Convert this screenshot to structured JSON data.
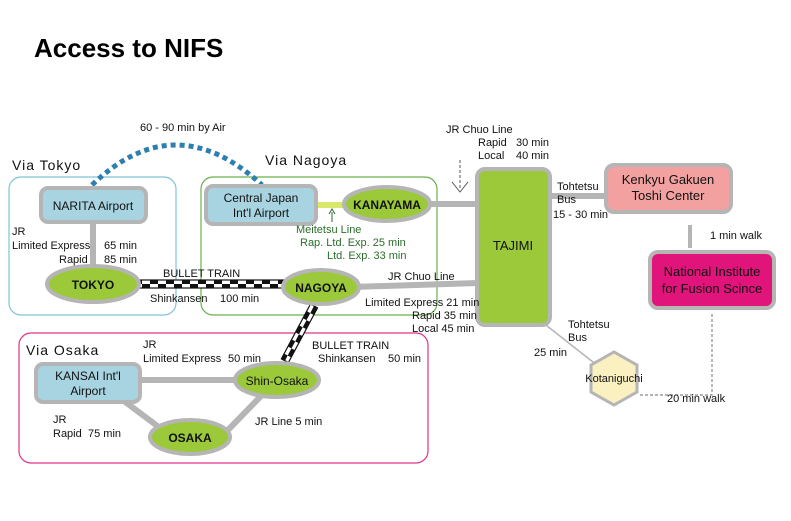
{
  "title": "Access to NIFS",
  "regions": {
    "tokyo": {
      "title": "Via Tokyo",
      "color": "#7fc3d8"
    },
    "nagoya": {
      "title": "Via Nagoya",
      "color": "#6ab04c"
    },
    "osaka": {
      "title": "Via Osaka",
      "color": "#e0338a"
    }
  },
  "nodes": {
    "narita": "NARITA Airport",
    "tokyo": "TOKYO",
    "centrair_line1": "Central Japan",
    "centrair_line2": "Int'l Airport",
    "kanayama": "KANAYAMA",
    "nagoya": "NAGOYA",
    "tajimi": "TAJIMI",
    "kansai_line1": "KANSAI Int'l",
    "kansai_line2": "Airport",
    "shin_osaka": "Shin-Osaka",
    "osaka": "OSAKA",
    "kenkyu_line1": "Kenkyu Gakuen",
    "kenkyu_line2": "Toshi Center",
    "nifs_line1": "National Institute",
    "nifs_line2": "for Fusion Scince",
    "kotaniguchi": "Kotaniguchi"
  },
  "labels": {
    "air": "60 - 90 min by Air",
    "jr_tokyo_1": "JR",
    "jr_tokyo_2": "Limited Express",
    "jr_tokyo_3": "Rapid",
    "jr_tokyo_t1": "65 min",
    "jr_tokyo_t2": "85 min",
    "bullet_train_1": "BULLET TRAIN",
    "shinkansen_1": "Shinkansen",
    "shinkansen_1_time": "100 min",
    "meitetsu_1": "Meitetsu Line",
    "meitetsu_2": "Rap. Ltd. Exp. 25 min",
    "meitetsu_3": "Ltd. Exp. 33 min",
    "jr_chuo_top_1": "JR Chuo Line",
    "jr_chuo_top_2": "Rapid",
    "jr_chuo_top_2t": "30 min",
    "jr_chuo_top_3": "Local",
    "jr_chuo_top_3t": "40 min",
    "jr_chuo_mid": "JR Chuo Line",
    "jr_chuo_mid_1": "Limited Express 21 min",
    "jr_chuo_mid_2": "Rapid 35 min",
    "jr_chuo_mid_3": "Local  45 min",
    "tohtetsu_1a": "Tohtetsu",
    "tohtetsu_1b": "Bus",
    "tohtetsu_1t": "15 - 30 min",
    "walk_1": "1 min walk",
    "tohtetsu_2a": "Tohtetsu",
    "tohtetsu_2b": "Bus",
    "tohtetsu_2t": "25 min",
    "walk_20": "20 min walk",
    "bullet_train_2": "BULLET TRAIN",
    "shinkansen_2": "Shinkansen",
    "shinkansen_2_time": "50 min",
    "jr_osaka_1": "JR",
    "jr_osaka_2": "Limited Express",
    "jr_osaka_2t": "50 min",
    "jr_osaka_3": "JR",
    "jr_osaka_4": "Rapid",
    "jr_osaka_4t": "75 min",
    "jr_line": "JR Line  5 min"
  },
  "colors": {
    "airport_fill": "#a8d4e2",
    "station_fill": "#9bc93a",
    "tajimi_fill": "#9bc93a",
    "kenkyu_fill": "#f3a0a0",
    "nifs_fill": "#e0147a",
    "kotaniguchi_fill": "#fbf0c0",
    "gray": "#b5b5b5",
    "blue_dot": "#2d7fb0"
  }
}
